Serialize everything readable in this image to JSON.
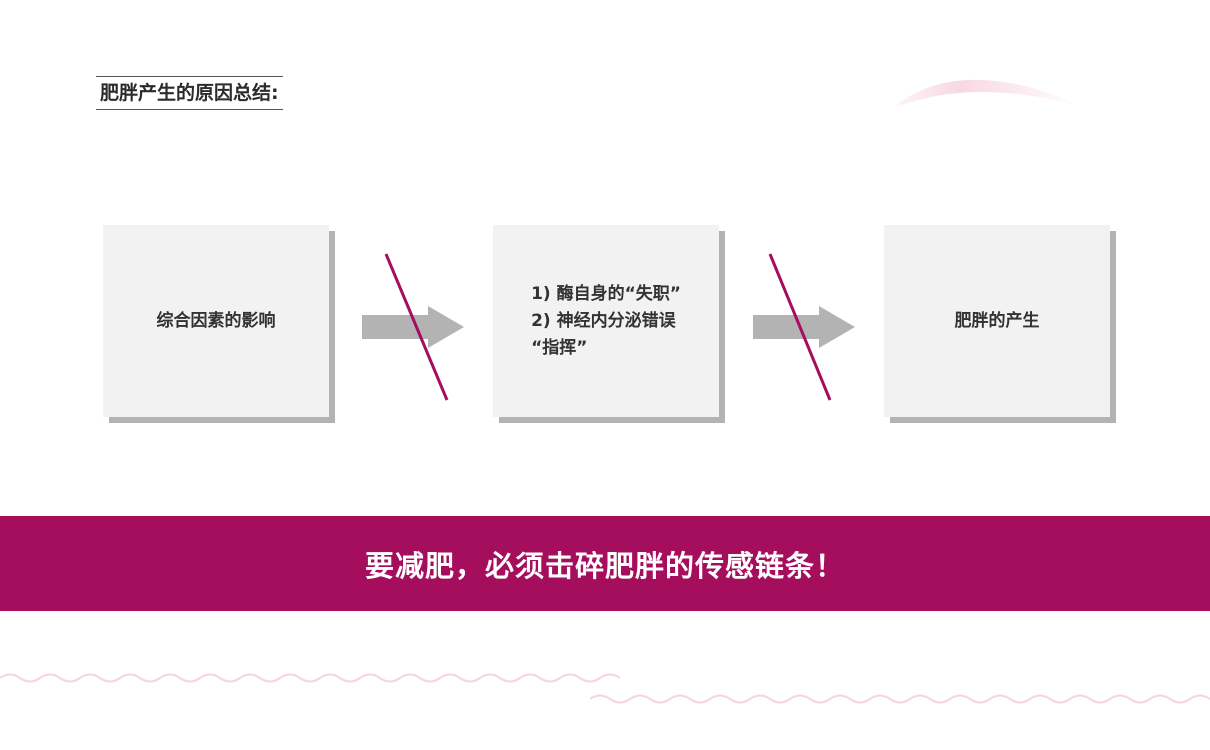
{
  "title": "肥胖产生的原因总结:",
  "boxes": [
    {
      "lines": [
        "综合因素的影响"
      ]
    },
    {
      "lines": [
        "1) 酶自身的“失职”",
        "2) 神经内分泌错误",
        "“指挥”"
      ]
    },
    {
      "lines": [
        "肥胖的产生"
      ]
    }
  ],
  "banner": {
    "text": "要减肥，必须击碎肥胖的传感链条！"
  },
  "colors": {
    "accent": "#a50d5d",
    "box_bg": "#f2f2f2",
    "box_shadow": "#b3b3b3",
    "arrow": "#b3b3b3",
    "decoration_pink": "#f7d3e0"
  },
  "icons": [
    "broken-arrow-icon",
    "broken-arrow-icon"
  ]
}
